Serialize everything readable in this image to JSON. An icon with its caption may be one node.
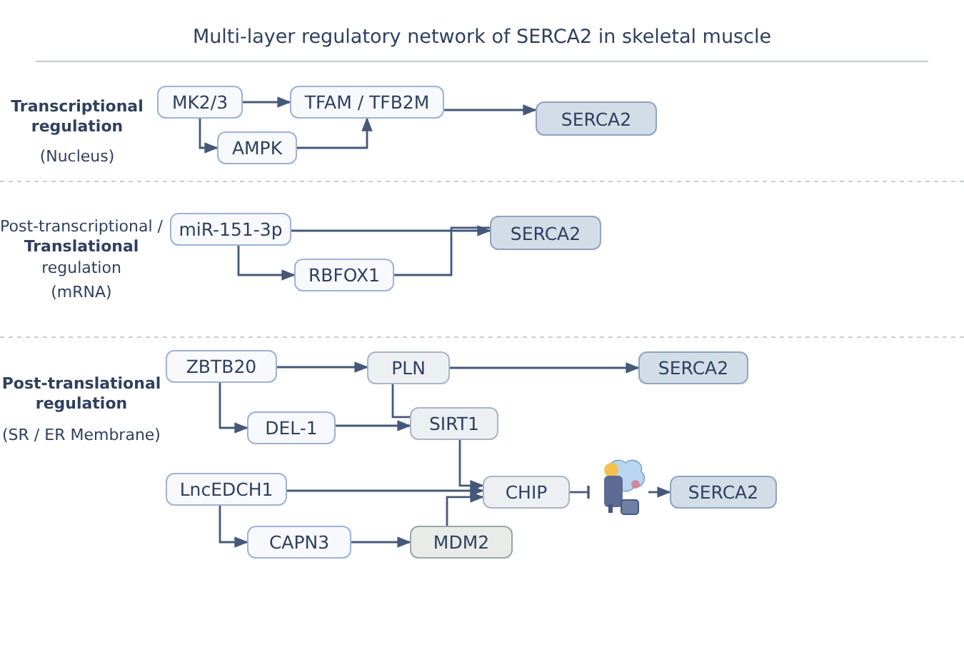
{
  "diagram": {
    "title": "Multi-layer regulatory network of SERCA2 in skeletal muscle",
    "nodes": [
      {
        "text": [
          "MK2/3"
        ]
      },
      {
        "text": [
          "TFAM / TFB2M"
        ]
      },
      {
        "text": [
          "AMPK"
        ]
      },
      {
        "text": [
          "SERCA2"
        ]
      },
      {
        "text": [
          "miR-151-3p"
        ]
      },
      {
        "text": [
          "SERCA2"
        ]
      },
      {
        "text": [
          "RBFOX1"
        ]
      },
      {
        "text": [
          "ZBTB20"
        ]
      },
      {
        "text": [
          "PLN"
        ]
      },
      {
        "text": [
          "SERCA2"
        ]
      },
      {
        "text": [
          "DEL-1"
        ]
      },
      {
        "text": [
          "SIRT1"
        ]
      },
      {
        "text": [
          "LncEDCH1"
        ]
      },
      {
        "text": [
          "CHIP"
        ]
      },
      {
        "text": [],
        "shape": "picture"
      },
      {
        "text": [
          "SERCA2"
        ]
      },
      {
        "text": [
          "CAPN3"
        ]
      },
      {
        "text": [
          "MDM2"
        ]
      }
    ],
    "edges": [
      {
        "from": 0,
        "to": 1,
        "arrow": "to"
      },
      {
        "from": 0,
        "to": 2,
        "arrow": "to"
      },
      {
        "from": 2,
        "to": 1,
        "arrow": "to"
      },
      {
        "from": 1,
        "to": 3,
        "arrow": "to"
      },
      {
        "from": 4,
        "to": 5,
        "arrow": "to"
      },
      {
        "from": 4,
        "to": 6,
        "arrow": "to"
      },
      {
        "from": 6,
        "to": 5,
        "arrow": "none"
      },
      {
        "from": 7,
        "to": 8,
        "arrow": "to"
      },
      {
        "from": 7,
        "to": 10,
        "arrow": "to"
      },
      {
        "from": 8,
        "to": 9,
        "arrow": "to"
      },
      {
        "from": 8,
        "to": 11,
        "arrow": "none"
      },
      {
        "from": 10,
        "to": 11,
        "arrow": "to"
      },
      {
        "from": 11,
        "to": 13,
        "arrow": "to"
      },
      {
        "from": 12,
        "to": 13,
        "arrow": "to"
      },
      {
        "from": 12,
        "to": 16,
        "arrow": "to"
      },
      {
        "from": 16,
        "to": 17,
        "arrow": "to"
      },
      {
        "from": 17,
        "to": 13,
        "arrow": "to"
      },
      {
        "from": 13,
        "to": 14,
        "arrow": "other"
      },
      {
        "from": 14,
        "to": 15,
        "arrow": "to"
      }
    ],
    "labels": [
      "Transcriptional regulation",
      "(Nucleus)",
      "Post-transcriptional / **Translational** regulation",
      "(mRNA)",
      "Post-translational regulation",
      "(SR / ER Membrane)"
    ]
  }
}
